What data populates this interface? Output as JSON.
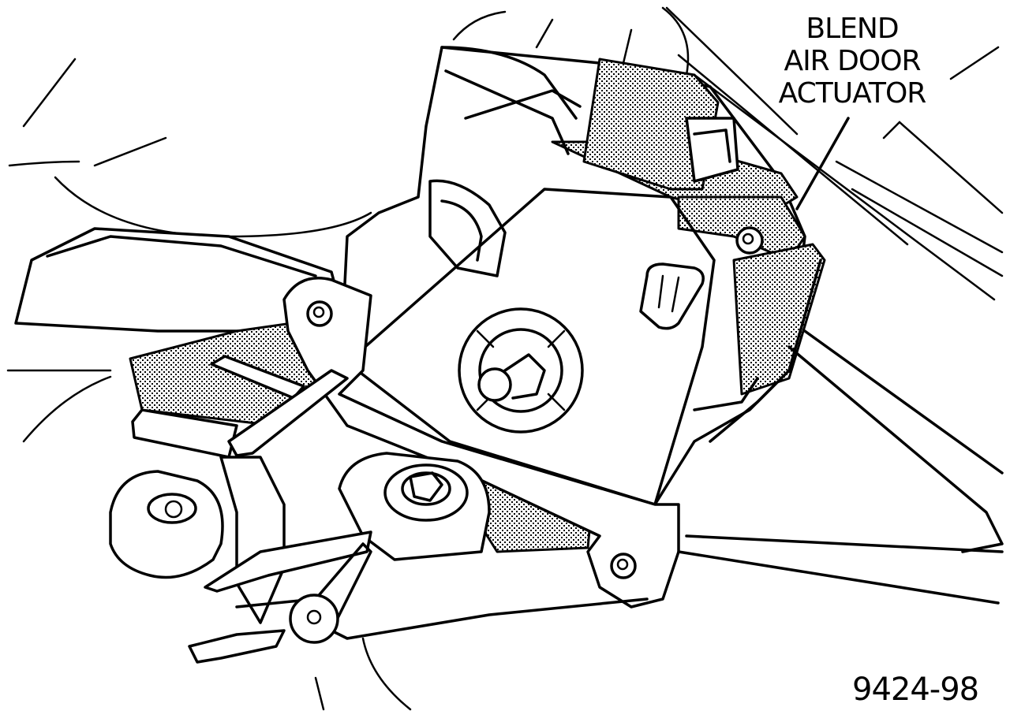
{
  "callout": {
    "line1": "BLEND",
    "line2": "AIR DOOR",
    "line3": "ACTUATOR"
  },
  "figure_number": "9424-98"
}
